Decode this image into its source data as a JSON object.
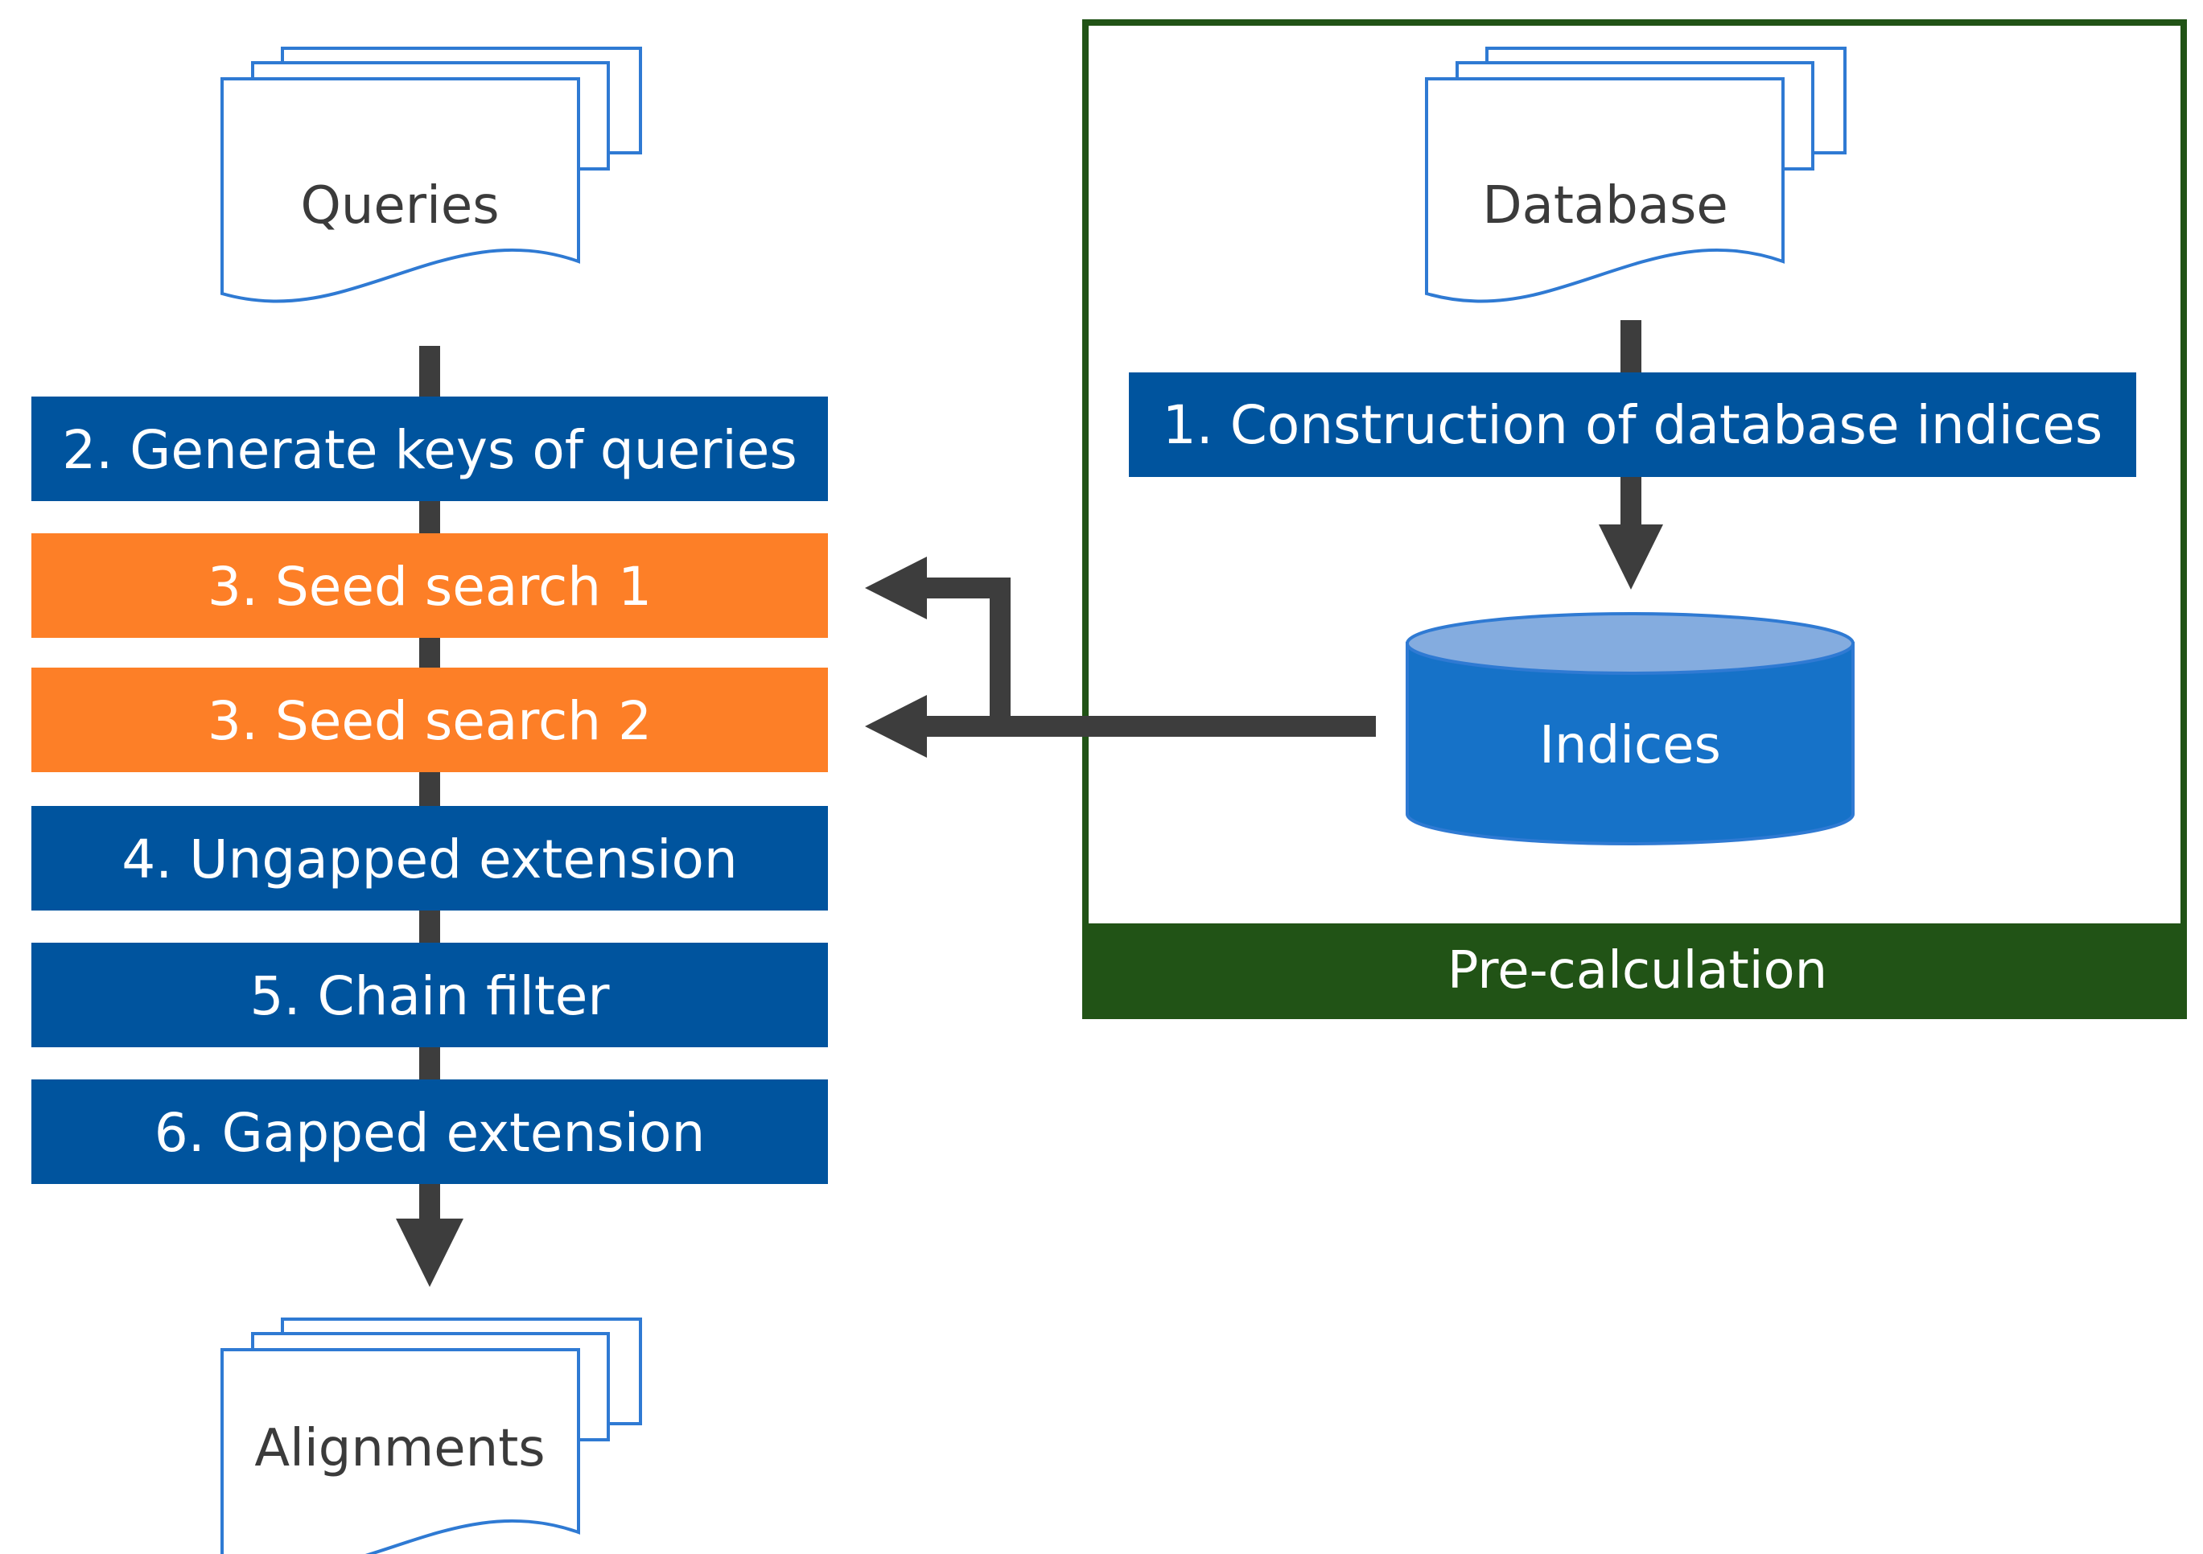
{
  "colors": {
    "step_blue": "#00549e",
    "seed_orange": "#fd7f27",
    "arrow_gray": "#3d3d3d",
    "doc_outline": "#2f7ad3",
    "frame_green": "#215316",
    "cylinder_body": "#1672c8",
    "cylinder_top": "#84acdf"
  },
  "documents": {
    "queries": "Queries",
    "database": "Database",
    "alignments": "Alignments"
  },
  "steps": [
    {
      "label": "2. Generate keys of queries",
      "color": "blue"
    },
    {
      "label": "3. Seed search 1",
      "color": "orange"
    },
    {
      "label": "3. Seed search 2",
      "color": "orange"
    },
    {
      "label": "4. Ungapped extension",
      "color": "blue"
    },
    {
      "label": "5. Chain filter",
      "color": "blue"
    },
    {
      "label": "6. Gapped extension",
      "color": "blue"
    }
  ],
  "precalc": {
    "title": "Pre-calculation",
    "construction_step": "1. Construction of database indices",
    "indices_store": "Indices"
  }
}
